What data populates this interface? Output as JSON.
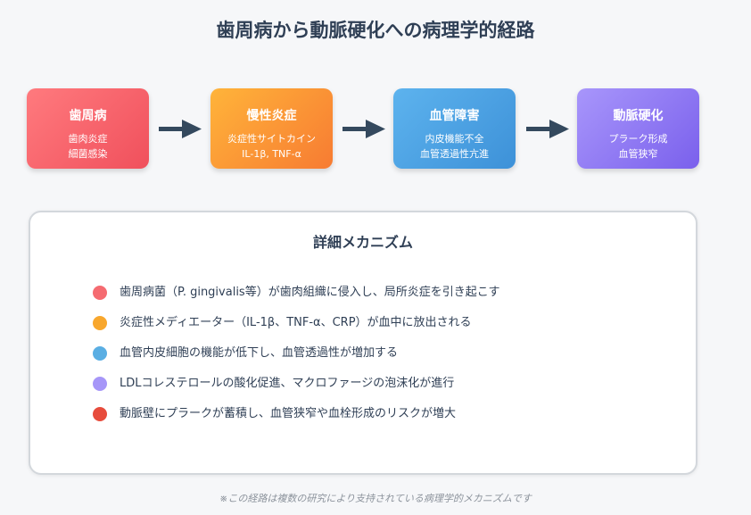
{
  "title": "歯周病から動脈硬化への病理学的経路",
  "steps": [
    {
      "name": "歯周病",
      "line1": "歯肉炎症",
      "line2": "細菌感染"
    },
    {
      "name": "慢性炎症",
      "line1": "炎症性サイトカイン",
      "line2": "IL-1β, TNF-α"
    },
    {
      "name": "血管障害",
      "line1": "内皮機能不全",
      "line2": "血管透過性亢進"
    },
    {
      "name": "動脈硬化",
      "line1": "プラーク形成",
      "line2": "血管狭窄"
    }
  ],
  "details": {
    "title": "詳細メカニズム",
    "items": [
      {
        "text": "歯周病菌（P. gingivalis等）が歯肉組織に侵入し、局所炎症を引き起こす",
        "color": "#f56b71"
      },
      {
        "text": "炎症性メディエーター（IL-1β、TNF-α、CRP）が血中に放出される",
        "color": "#f8a72d"
      },
      {
        "text": "血管内皮細胞の機能が低下し、血管透過性が増加する",
        "color": "#5aaee3"
      },
      {
        "text": "LDLコレステロールの酸化促進、マクロファージの泡沫化が進行",
        "color": "#a696f8"
      },
      {
        "text": "動脈壁にプラークが蓄積し、血管狭窄や血栓形成のリスクが増大",
        "color": "#e74c3c"
      }
    ]
  },
  "footer": "※この経路は複数の研究により支持されている病理学的メカニズムです",
  "arrow_color": "#34495e"
}
